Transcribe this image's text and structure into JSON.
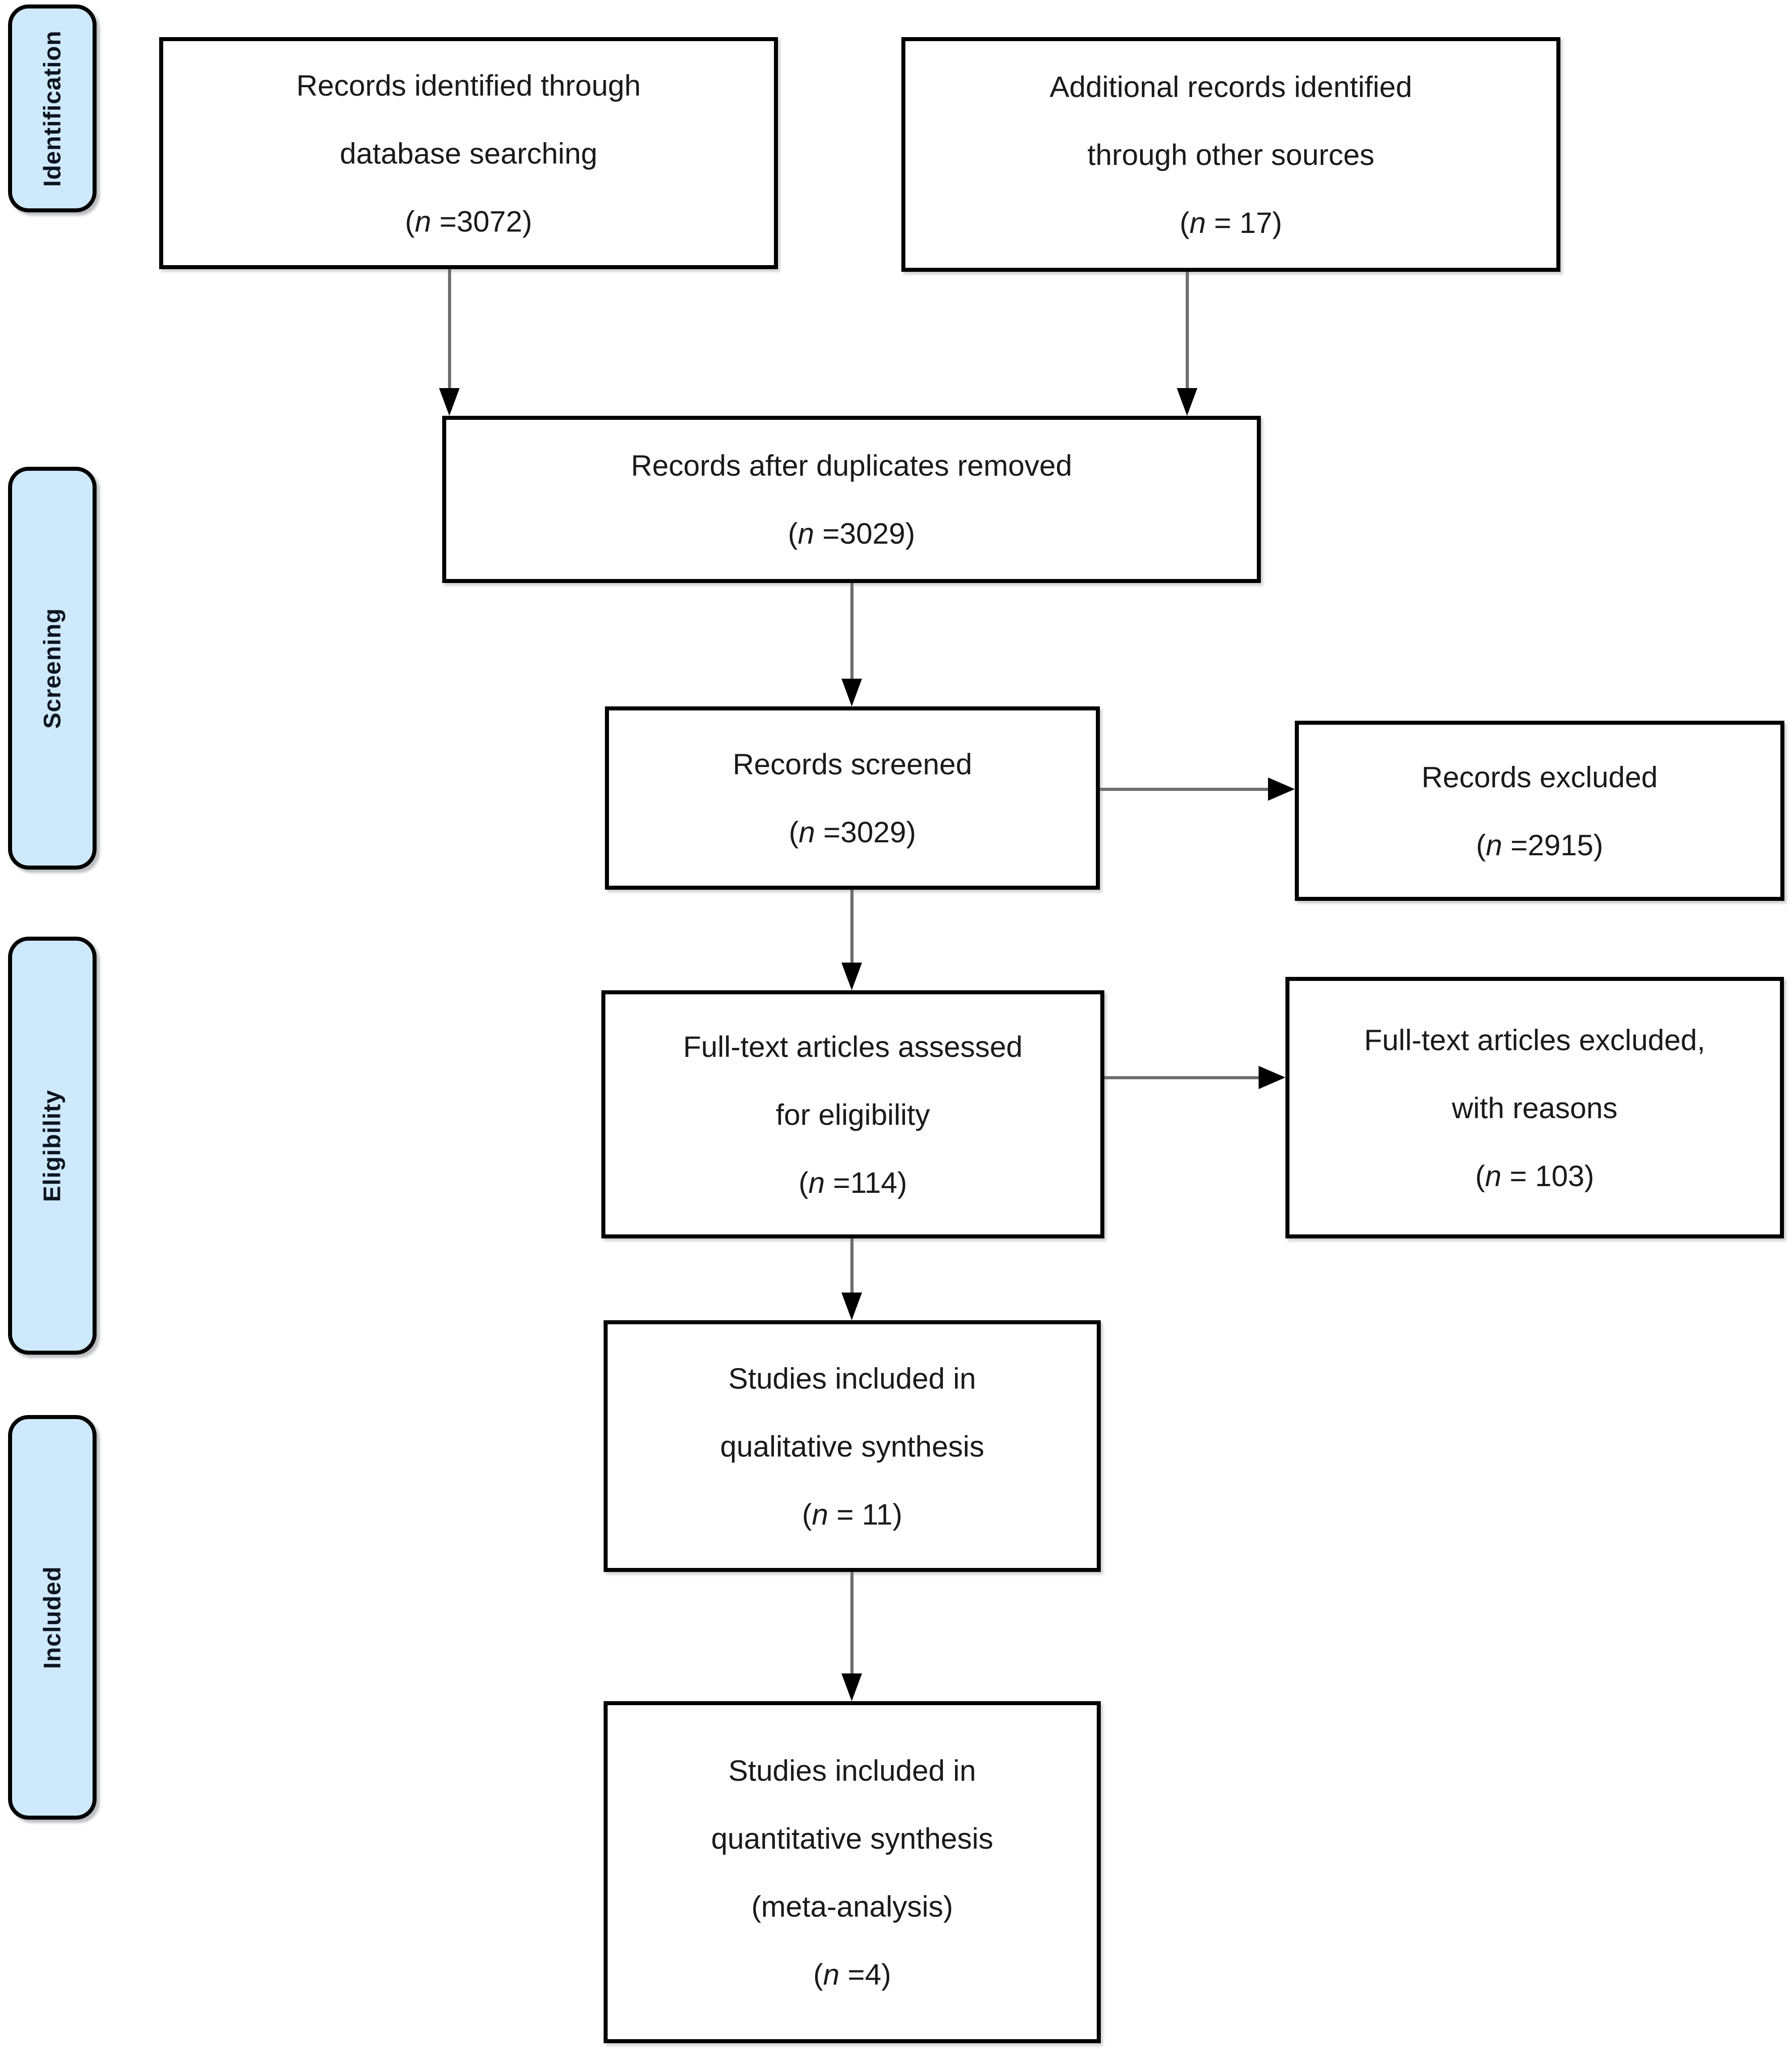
{
  "palette": {
    "background": "#ffffff",
    "sidebar_fill": "#cfe9fc",
    "box_fill": "#ffffff",
    "border": "#000000",
    "connector_line": "#6e6e6e",
    "arrowhead": "#000000",
    "text": "#1a1a1a"
  },
  "sidebar": {
    "stages": [
      {
        "label": "Identification"
      },
      {
        "label": "Screening"
      },
      {
        "label": "Eligibility"
      },
      {
        "label": "Included"
      }
    ]
  },
  "boxes": {
    "identified": {
      "lines": [
        "Records identified through",
        "database searching"
      ],
      "count": {
        "open": "(",
        "n": "n",
        "rest": " =3072)"
      }
    },
    "additional": {
      "lines": [
        "Additional records identified",
        "through other sources"
      ],
      "count": {
        "open": "(",
        "n": "n",
        "rest": " = 17)"
      }
    },
    "deduplicated": {
      "lines": [
        "Records after duplicates removed"
      ],
      "count": {
        "open": "(",
        "n": "n",
        "rest": " =3029)"
      }
    },
    "screened": {
      "lines": [
        "Records screened"
      ],
      "count": {
        "open": "(",
        "n": "n",
        "rest": " =3029)"
      }
    },
    "records_excluded": {
      "lines": [
        "Records excluded"
      ],
      "count": {
        "open": "(",
        "n": "n",
        "rest": " =2915)"
      }
    },
    "fulltext_assessed": {
      "lines": [
        "Full-text articles assessed",
        "for eligibility"
      ],
      "count": {
        "open": "(",
        "n": "n",
        "rest": " =114)"
      }
    },
    "fulltext_excluded": {
      "lines": [
        "Full-text articles excluded,",
        "with reasons"
      ],
      "count": {
        "open": "(",
        "n": "n",
        "rest": " = 103)"
      }
    },
    "qualitative": {
      "lines": [
        "Studies included in",
        "qualitative synthesis"
      ],
      "count": {
        "open": "(",
        "n": "n",
        "rest": " = 11)"
      }
    },
    "quantitative": {
      "lines": [
        "Studies included in",
        "quantitative synthesis",
        "(meta-analysis)"
      ],
      "count": {
        "open": "(",
        "n": "n",
        "rest": " =4)"
      }
    }
  }
}
